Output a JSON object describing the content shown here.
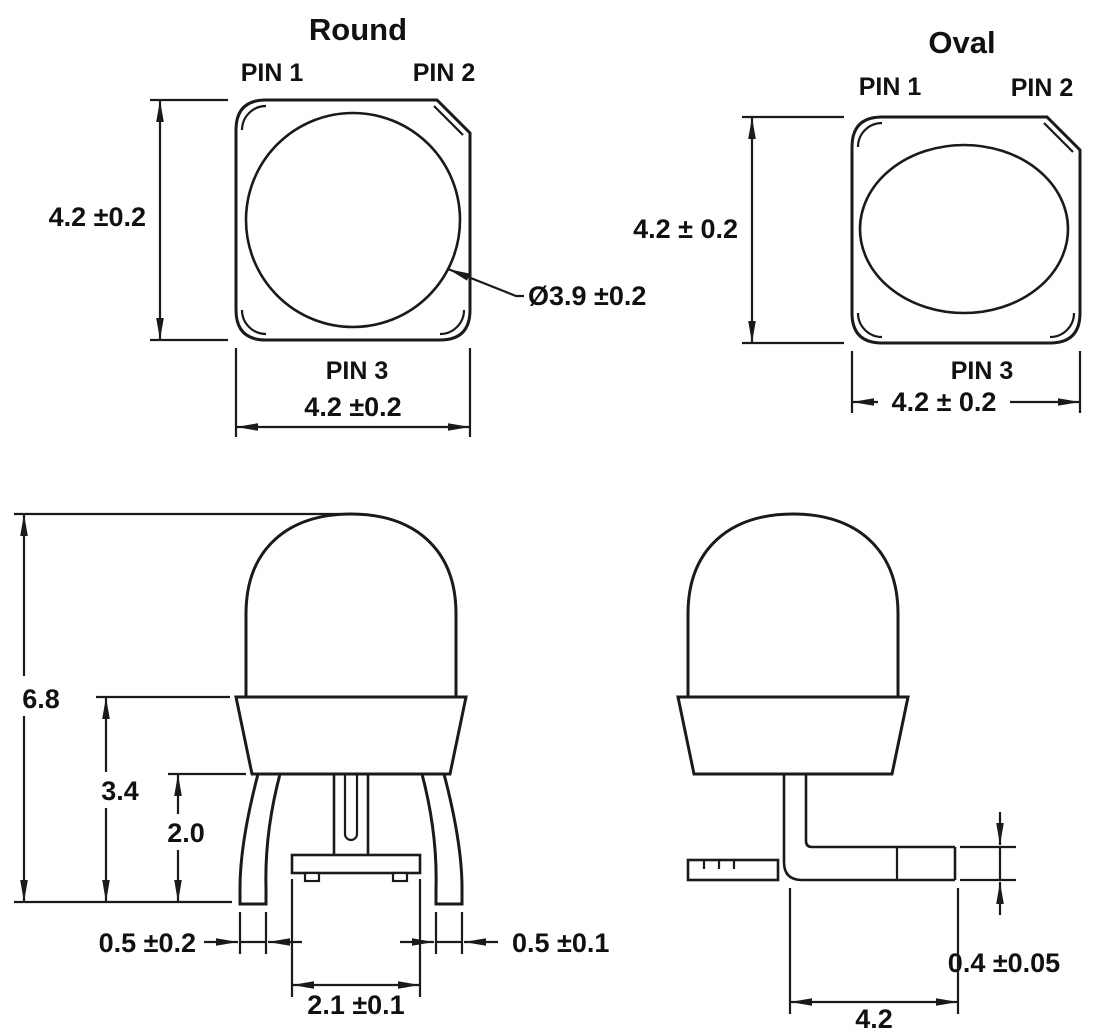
{
  "colors": {
    "line": "#1a1a1a",
    "background": "#ffffff"
  },
  "round_view": {
    "title": "Round",
    "pin1": "PIN 1",
    "pin2": "PIN 2",
    "pin3": "PIN 3",
    "dim_height": "4.2 ±0.2",
    "dim_width": "4.2 ±0.2",
    "dim_lens": "Ø3.9 ±0.2"
  },
  "oval_view": {
    "title": "Oval",
    "pin1": "PIN 1",
    "pin2": "PIN 2",
    "pin3": "PIN 3",
    "dim_height": "4.2 ± 0.2",
    "dim_width": "4.2 ± 0.2"
  },
  "round_side_view": {
    "dim_total_height": "6.8",
    "dim_body_height": "3.4",
    "dim_standoff": "2.0",
    "dim_foot_left": "0.5 ±0.2",
    "dim_foot_right": "0.5 ±0.1",
    "dim_foot_span": "2.1 ±0.1"
  },
  "oval_side_view": {
    "dim_lead_thickness": "0.4 ±0.05",
    "dim_lead_length": "4.2"
  }
}
